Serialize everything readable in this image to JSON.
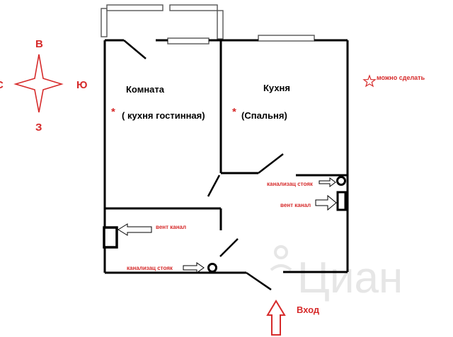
{
  "rooms": {
    "left": {
      "name": "Комната",
      "note": "( кухня гостинная)"
    },
    "right": {
      "name": "Кухня",
      "note": "(Спальня)"
    }
  },
  "legend": {
    "text": "можно сделать",
    "marker": "*"
  },
  "compass": {
    "north": "В",
    "south": "З",
    "west": "С",
    "east": "Ю"
  },
  "annotations": {
    "sewer_right": "канализац стояк",
    "vent_right": "вент канал",
    "vent_left": "вент канал",
    "sewer_bottom": "канализац стояк",
    "entrance": "Вход"
  },
  "watermark": "Циан",
  "colors": {
    "accent": "#d62a2a",
    "walls": "#000000"
  }
}
